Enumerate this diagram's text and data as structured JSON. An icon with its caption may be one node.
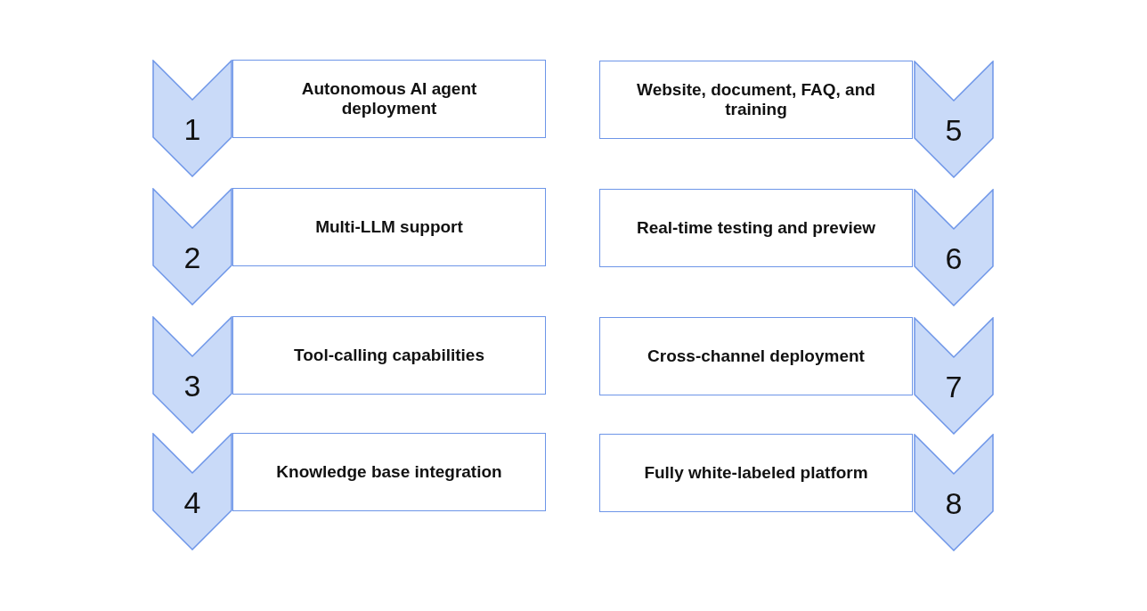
{
  "diagram": {
    "nodes": [
      {
        "text": [
          "1"
        ]
      },
      {
        "text": [
          "Autonomous AI agent deployment"
        ]
      },
      {
        "text": [
          "2"
        ]
      },
      {
        "text": [
          "Multi-LLM support"
        ]
      },
      {
        "text": [
          "3"
        ]
      },
      {
        "text": [
          "Tool-calling capabilities"
        ]
      },
      {
        "text": [
          "4"
        ]
      },
      {
        "text": [
          "Knowledge base integration"
        ]
      },
      {
        "text": [
          "5"
        ]
      },
      {
        "text": [
          "Website, document, FAQ, and training"
        ]
      },
      {
        "text": [
          "6"
        ]
      },
      {
        "text": [
          "Real-time testing and preview"
        ]
      },
      {
        "text": [
          "7"
        ]
      },
      {
        "text": [
          "Cross-channel deployment"
        ]
      },
      {
        "text": [
          "8"
        ]
      },
      {
        "text": [
          "Fully white-labeled platform"
        ]
      }
    ]
  }
}
